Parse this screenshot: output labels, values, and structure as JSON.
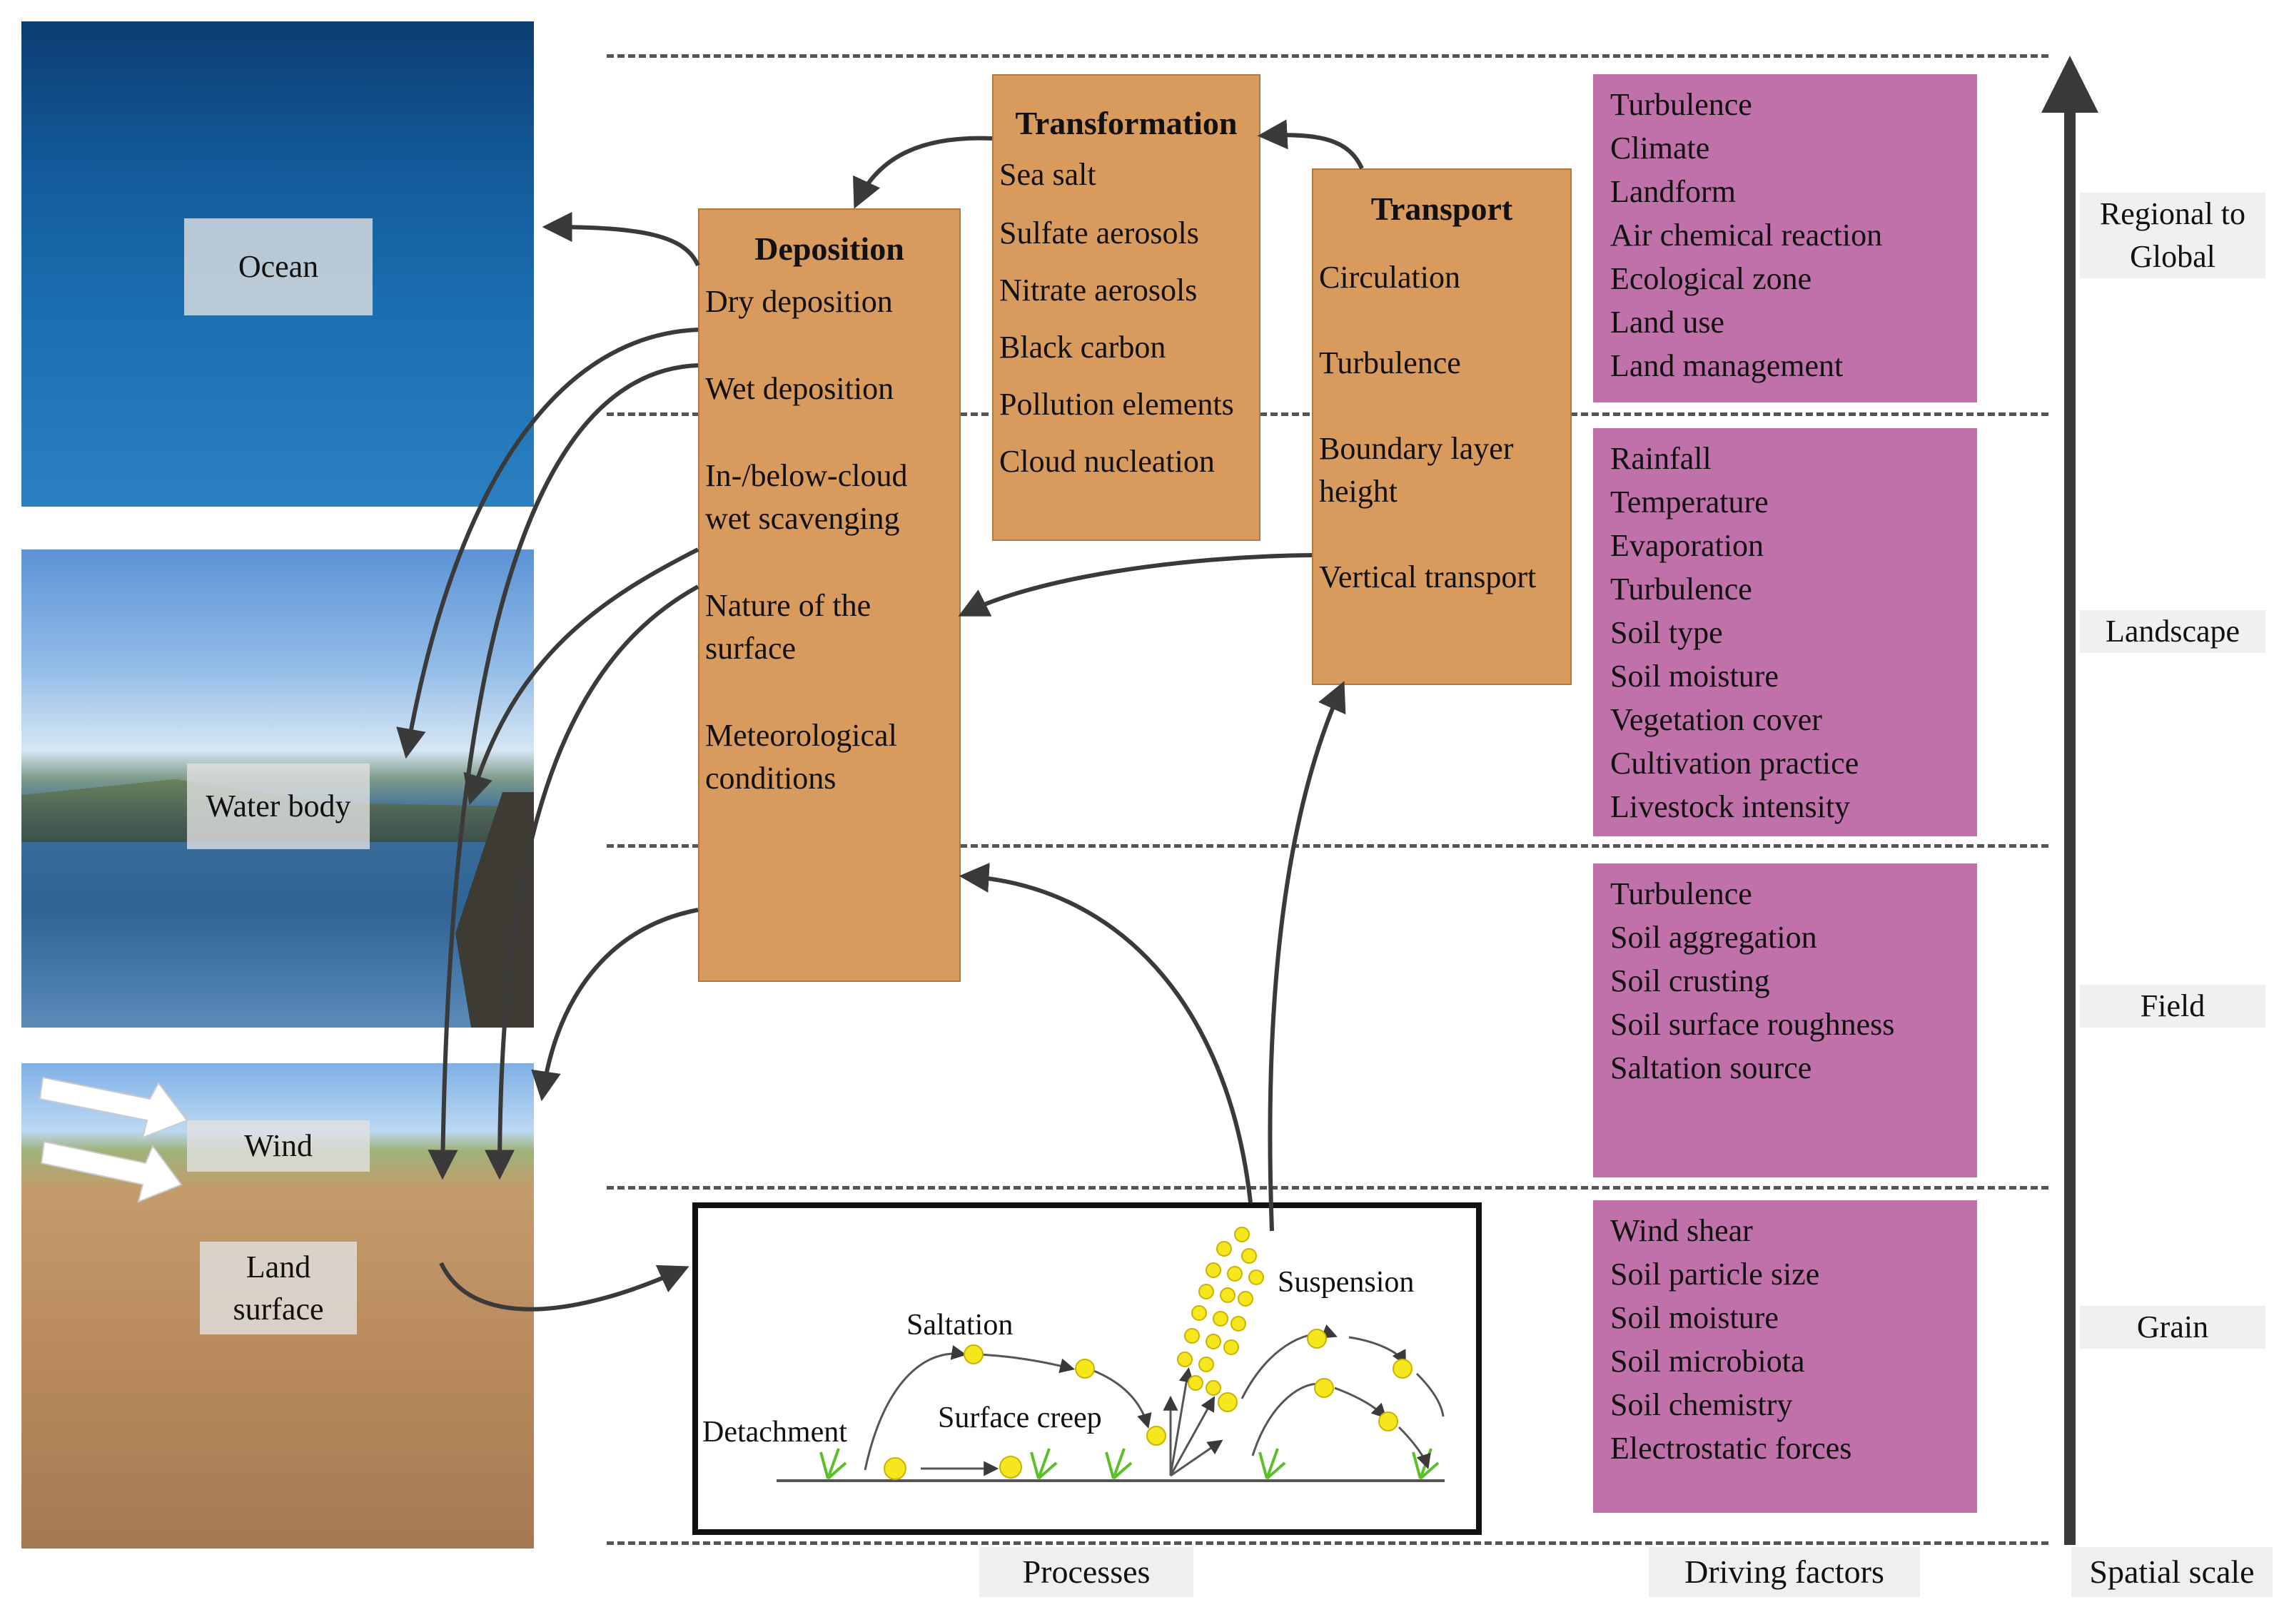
{
  "photos": {
    "ocean": "Ocean",
    "water_body": "Water body",
    "wind": "Wind",
    "land_surface_line1": "Land",
    "land_surface_line2": "surface"
  },
  "deposition": {
    "title": "Deposition",
    "items": [
      "Dry deposition",
      "Wet deposition",
      "In-/below-cloud",
      "wet scavenging",
      "Nature of the",
      "surface",
      "Meteorological",
      "conditions"
    ]
  },
  "transformation": {
    "title": "Transformation",
    "items": [
      "Sea salt",
      "Sulfate aerosols",
      "Nitrate aerosols",
      "Black carbon",
      "Pollution elements",
      "Cloud nucleation"
    ]
  },
  "transport": {
    "title": "Transport",
    "items": [
      "Circulation",
      "Turbulence",
      "Boundary layer",
      "height",
      "Vertical transport"
    ]
  },
  "driving_factors": [
    [
      "Turbulence",
      "Climate",
      "Landform",
      "Air chemical reaction",
      "Ecological zone",
      "Land use",
      "Land management"
    ],
    [
      "Rainfall",
      "Temperature",
      "Evaporation",
      "Turbulence",
      "Soil type",
      "Soil moisture",
      "Vegetation cover",
      "Cultivation practice",
      "Livestock intensity"
    ],
    [
      "Turbulence",
      "Soil aggregation",
      "Soil crusting",
      "Soil surface roughness",
      "Saltation source"
    ],
    [
      "Wind shear",
      "Soil particle size",
      "Soil moisture",
      "Soil microbiota",
      "Soil chemistry",
      "Electrostatic forces"
    ]
  ],
  "scale_levels": {
    "regional_line1": "Regional to",
    "regional_line2": "Global",
    "landscape": "Landscape",
    "field": "Field",
    "grain": "Grain"
  },
  "processes_inset": {
    "detachment": "Detachment",
    "saltation": "Saltation",
    "surface_creep": "Surface creep",
    "suspension": "Suspension"
  },
  "bottom_labels": {
    "processes": "Processes",
    "driving_factors": "Driving factors",
    "spatial_scale": "Spatial scale"
  },
  "colors": {
    "process_box": "#d99a5e",
    "factor_box": "#c071a9",
    "particle": "#f5e61e",
    "grass": "#5bbf2a"
  }
}
